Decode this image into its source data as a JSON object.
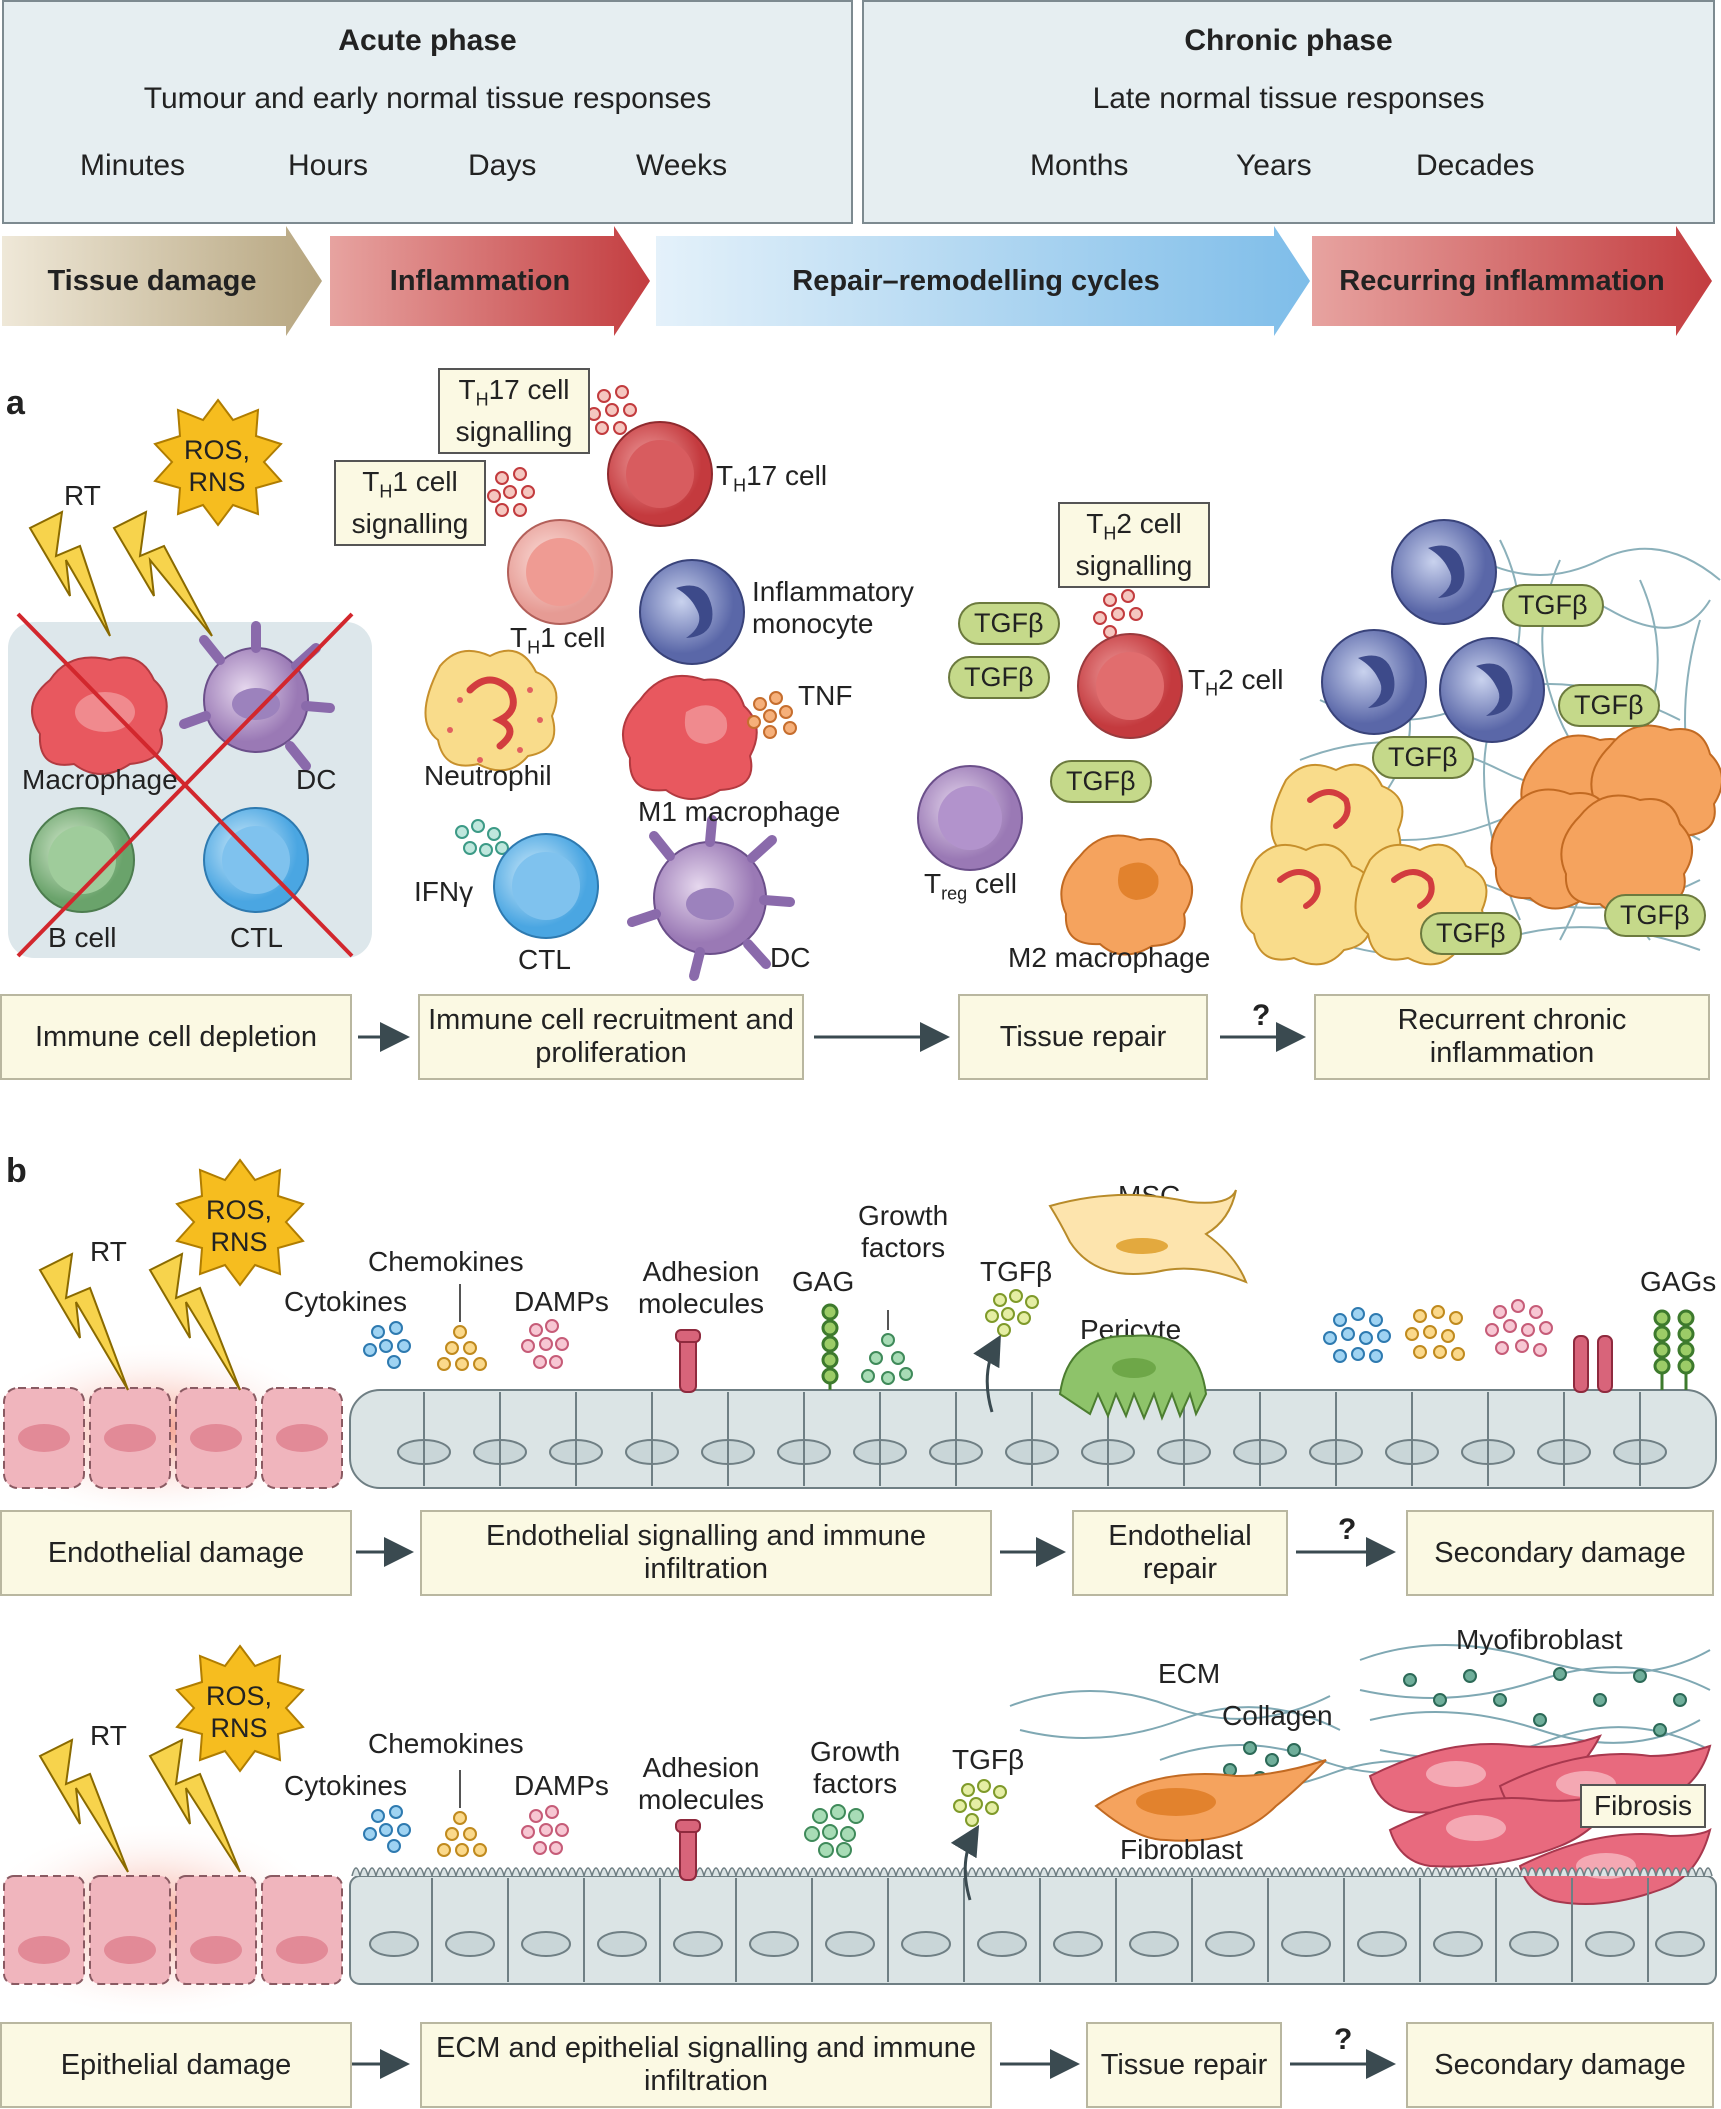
{
  "phases": {
    "acute": {
      "title": "Acute phase",
      "subtitle": "Tumour and early normal tissue responses",
      "t1": "Minutes",
      "t2": "Hours",
      "t3": "Days",
      "t4": "Weeks"
    },
    "chronic": {
      "title": "Chronic phase",
      "subtitle": "Late normal tissue responses",
      "t1": "Months",
      "t2": "Years",
      "t3": "Decades"
    }
  },
  "stages": [
    "Tissue damage",
    "Inflammation",
    "Repair–remodelling cycles",
    "Recurring inflammation"
  ],
  "panel_a": {
    "label": "a",
    "ros": "ROS,",
    "rns": "RNS",
    "rt": "RT",
    "th17sig_a": "T",
    "th17sig_b": "H",
    "th17sig_c": "17 cell",
    "th17sig_d": "signalling",
    "th1sig_a": "T",
    "th1sig_b": "H",
    "th1sig_c": "1 cell",
    "th1sig_d": "signalling",
    "th2sig_a": "T",
    "th2sig_b": "H",
    "th2sig_c": "2 cell",
    "th2sig_d": "signalling",
    "th17_a": "T",
    "th17_b": "H",
    "th17_c": "17 cell",
    "th1_a": "T",
    "th1_b": "H",
    "th1_c": "1 cell",
    "th2_a": "T",
    "th2_b": "H",
    "th2_c": "2 cell",
    "treg_a": "T",
    "treg_b": "reg",
    "treg_c": " cell",
    "macrophage": "Macrophage",
    "dc": "DC",
    "bcell": "B cell",
    "ctl": "CTL",
    "inflam1": "Inflammatory",
    "inflam2": "monocyte",
    "neutrophil": "Neutrophil",
    "tnf": "TNF",
    "m1": "M1 macrophage",
    "ifn": "IFNγ",
    "ctl2": "CTL",
    "dc2": "DC",
    "tgfb": "TGFβ",
    "m2": "M2 macrophage",
    "flow": [
      "Immune cell depletion",
      "Immune cell recruitment and proliferation",
      "Tissue repair",
      "Recurrent chronic inflammation"
    ],
    "q": "?"
  },
  "panel_b": {
    "label": "b",
    "ros": "ROS,",
    "rns": "RNS",
    "rt": "RT",
    "chemokines": "Chemokines",
    "cytokines": "Cytokines",
    "damps": "DAMPs",
    "adhesion1": "Adhesion",
    "adhesion2": "molecules",
    "gag": "GAG",
    "growth1": "Growth",
    "growth2": "factors",
    "tgfb": "TGFβ",
    "msc": "MSC",
    "pericyte": "Pericyte",
    "gags": "GAGs",
    "flow1": [
      "Endothelial damage",
      "Endothelial signalling and immune infiltration",
      "Endothelial repair",
      "Secondary damage"
    ],
    "ecm": "ECM",
    "collagen": "Collagen",
    "myofibroblast": "Myofibroblast",
    "fibroblast": "Fibroblast",
    "fibrosis": "Fibrosis",
    "flow2": [
      "Epithelial damage",
      "ECM and epithelial signalling and immune infiltration",
      "Tissue repair",
      "Secondary damage"
    ],
    "q": "?"
  },
  "colors": {
    "damage": "#c2b393",
    "inflammation": "#c9474b",
    "repair": "#8cc5ec",
    "box": "#fbf9e3",
    "endothelium": "#dde5e6"
  }
}
